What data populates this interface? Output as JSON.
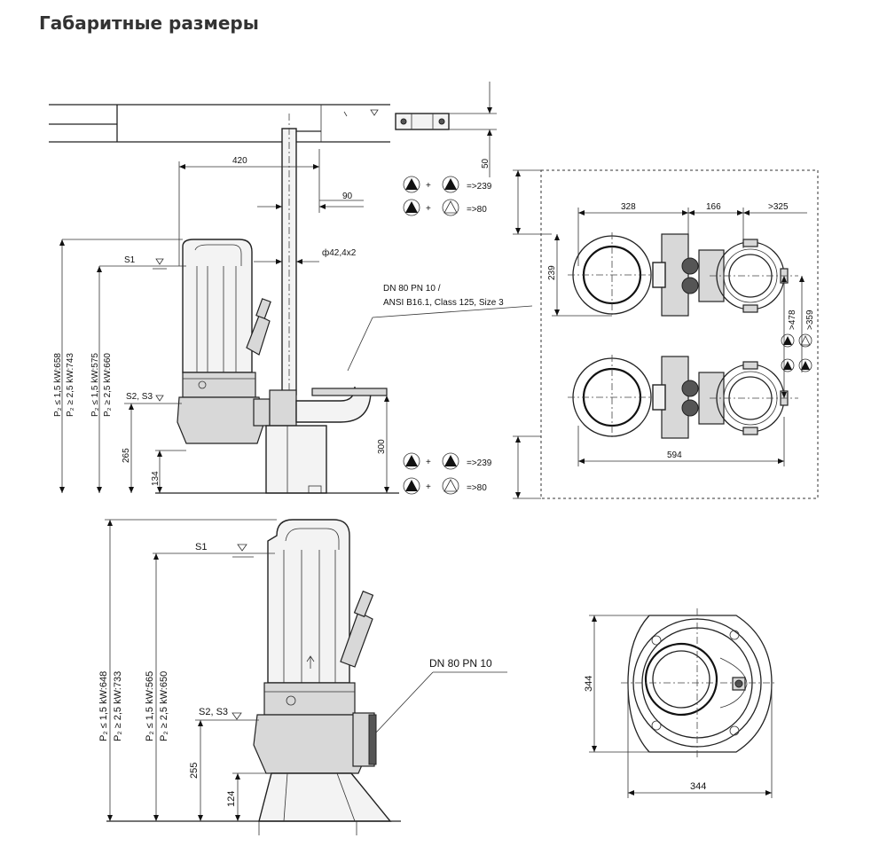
{
  "title": "Габаритные размеры",
  "top_view": {
    "dim_420": "420",
    "dim_90": "90",
    "dim_50": "50",
    "dim_pipe": "ф42,4x2",
    "label_s1": "S1",
    "label_s2s3": "S2, S3",
    "dim_265": "265",
    "dim_134": "134",
    "dim_300": "300",
    "flange_line1": "DN 80 PN 10 /",
    "flange_line2": "ANSI B16.1, Class 125, Size 3",
    "v_p1_le15": "P₂ ≤ 1,5 kW:658",
    "v_p2_ge25": "P₂ ≥ 2,5 kW:743",
    "v_p1_le15b": "P₂ ≤ 1,5 kW:575",
    "v_p2_ge25b": "P₂ ≥ 2,5 kW:660"
  },
  "plan_view": {
    "dim_328": "328",
    "dim_166": "166",
    "dim_325": ">325",
    "dim_239": "239",
    "dim_594": "594",
    "dim_478": ">478",
    "dim_359": ">359",
    "legend_top_1": "=>239",
    "legend_top_2": "=>80",
    "legend_bot_1": "=>239",
    "legend_bot_2": "=>80",
    "plus": "+"
  },
  "bottom_view": {
    "label_s1": "S1",
    "label_s2s3": "S2, S3",
    "flange": "DN 80 PN 10",
    "dim_255": "255",
    "dim_124": "124",
    "v_a": "P₂ ≤ 1,5 kW:648",
    "v_b": "P₂ ≥ 2,5 kW:733",
    "v_c": "P₂ ≤ 1,5 kW:565",
    "v_d": "P₂ ≥ 2,5 kW:650"
  },
  "base_view": {
    "dim_344_v": "344",
    "dim_344_h": "344"
  }
}
